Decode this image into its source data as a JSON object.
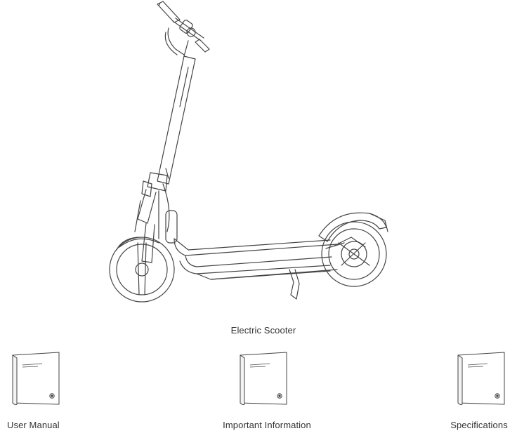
{
  "items": {
    "scooter": {
      "label": "Electric Scooter",
      "icon": "electric-scooter-illustration"
    },
    "user_manual": {
      "label": "User Manual",
      "icon": "booklet-icon"
    },
    "important_information": {
      "label": "Important Information",
      "icon": "booklet-icon"
    },
    "specifications": {
      "label": "Specifications",
      "icon": "booklet-icon"
    }
  },
  "colors": {
    "line_art": "#444444",
    "text": "#333333",
    "background": "#ffffff"
  }
}
